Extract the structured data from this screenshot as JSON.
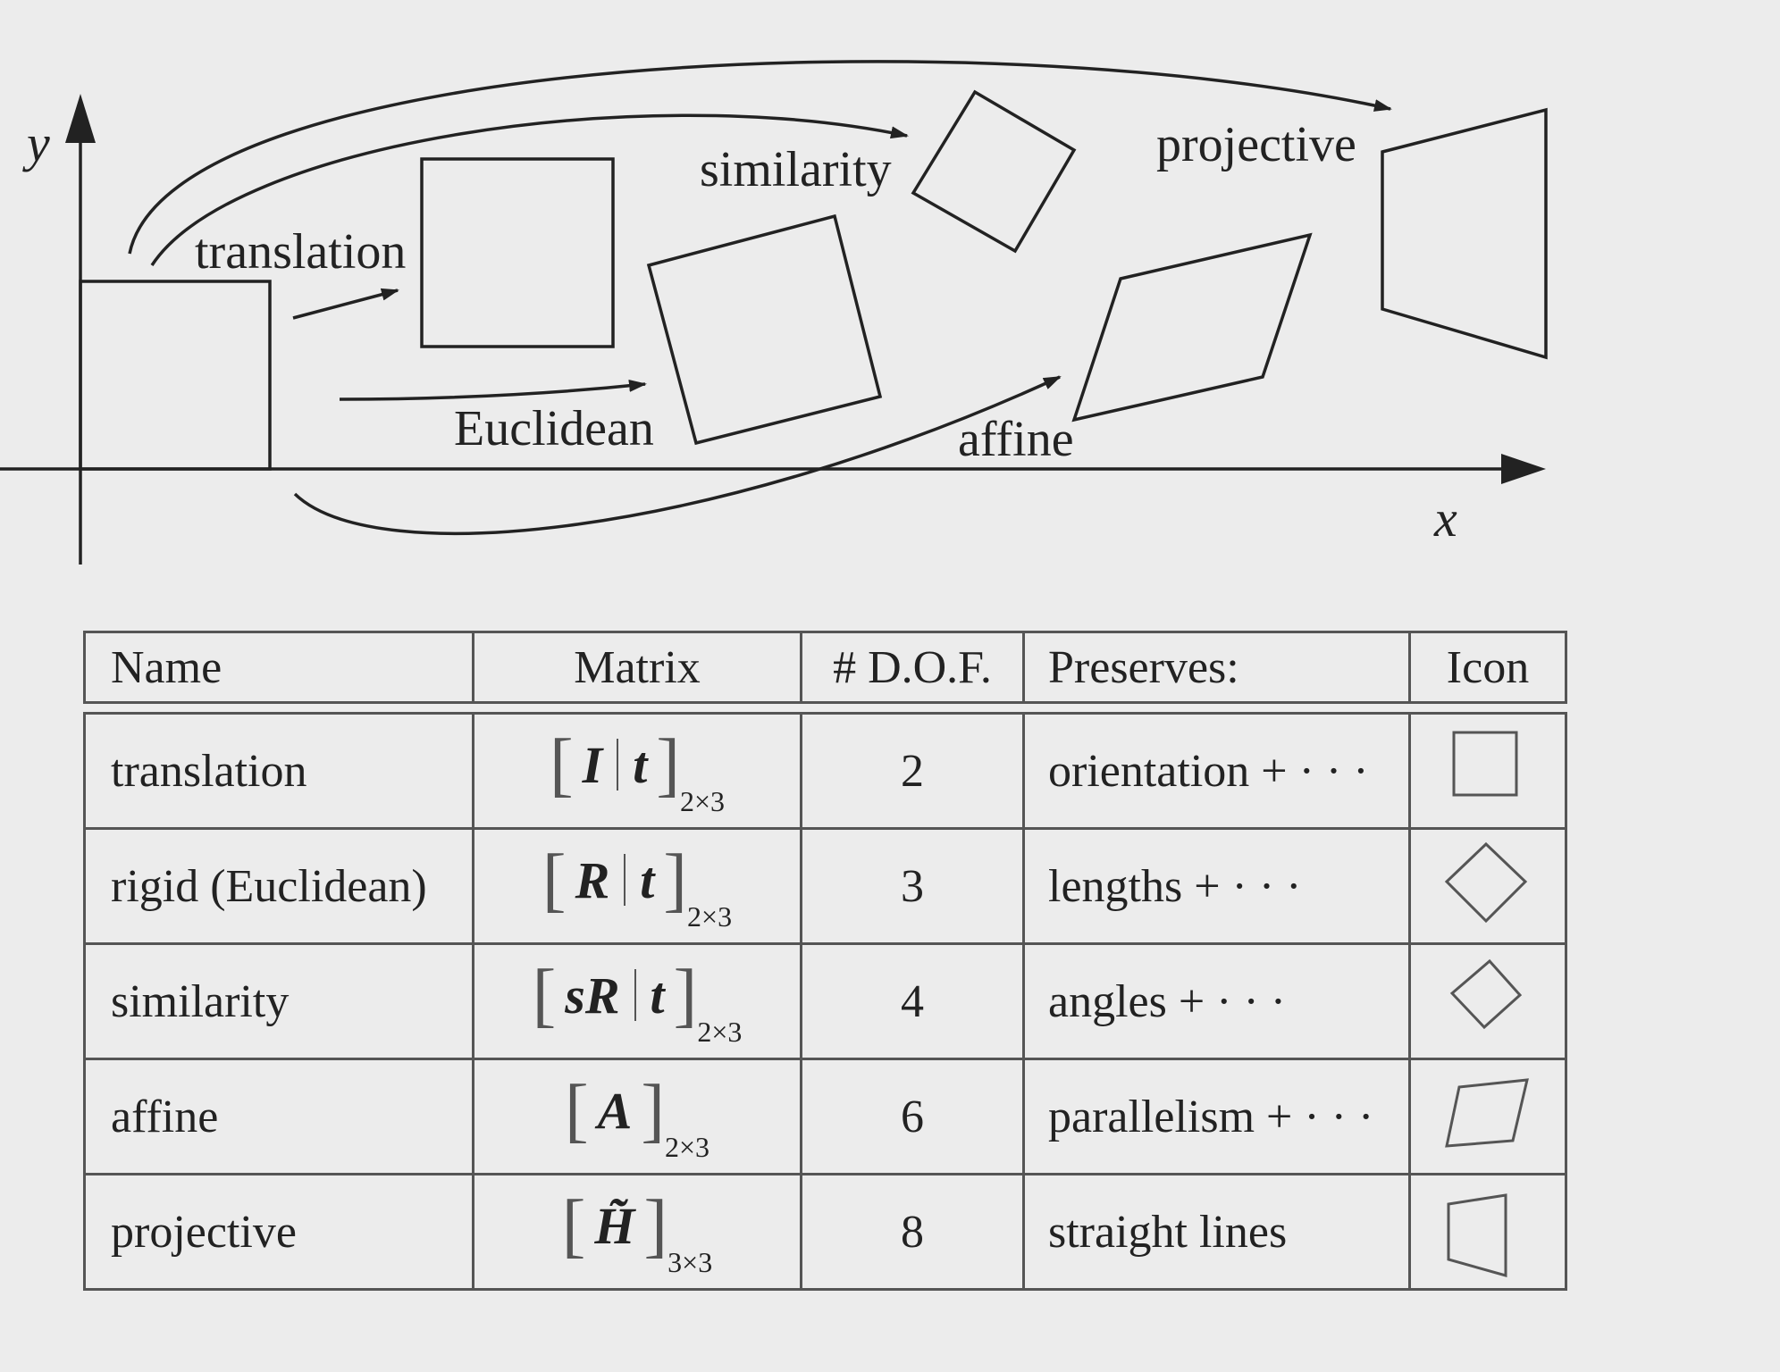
{
  "diagram": {
    "axis_labels": {
      "x": "x",
      "y": "y"
    },
    "transform_labels": {
      "translation": "translation",
      "euclidean": "Euclidean",
      "similarity": "similarity",
      "affine": "affine",
      "projective": "projective"
    }
  },
  "table": {
    "headers": {
      "name": "Name",
      "matrix": "Matrix",
      "dof": "# D.O.F.",
      "preserves": "Preserves:",
      "icon": "Icon"
    },
    "rows": [
      {
        "name": "translation",
        "matrix": {
          "entries": [
            "I",
            "t"
          ],
          "sub": "2×3"
        },
        "dof": "2",
        "preserves": "orientation + · · ·",
        "icon": "square-icon"
      },
      {
        "name": "rigid (Euclidean)",
        "matrix": {
          "entries": [
            "R",
            "t"
          ],
          "sub": "2×3"
        },
        "dof": "3",
        "preserves": "lengths + · · ·",
        "icon": "rotated-square-icon"
      },
      {
        "name": "similarity",
        "matrix": {
          "entries": [
            "sR",
            "t"
          ],
          "sub": "2×3"
        },
        "dof": "4",
        "preserves": "angles + · · ·",
        "icon": "small-rotated-square-icon"
      },
      {
        "name": "affine",
        "matrix": {
          "entries": [
            "A"
          ],
          "sub": "2×3"
        },
        "dof": "6",
        "preserves": "parallelism + · · ·",
        "icon": "parallelogram-icon"
      },
      {
        "name": "projective",
        "matrix": {
          "entries": [
            "H̃"
          ],
          "sub": "3×3"
        },
        "dof": "8",
        "preserves": "straight lines",
        "icon": "trapezoid-icon"
      }
    ]
  }
}
